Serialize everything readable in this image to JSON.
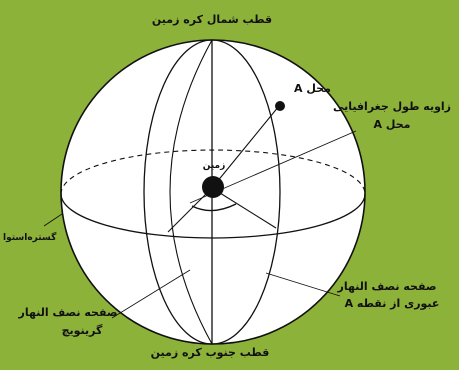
{
  "colors": {
    "background": "#8db23a",
    "sphere_fill": "#ffffff",
    "line": "#111111"
  },
  "labels": {
    "north_pole": "قطب شمال کره زمین",
    "south_pole": "قطب جنوب کره زمین",
    "earth_center": "زمین",
    "equator": "گستره‌استوا",
    "location_a": "محل A",
    "longitude_angle": {
      "line1": "زاویه طول جغرافیایی",
      "line2": "محل A"
    },
    "meridian_a": {
      "line1": "صفحه نصف النهار",
      "line2": "عبوری از نقطه A"
    },
    "greenwich_meridian": {
      "line1": "صفحه نصف النهار",
      "line2": "گرینویچ"
    }
  }
}
